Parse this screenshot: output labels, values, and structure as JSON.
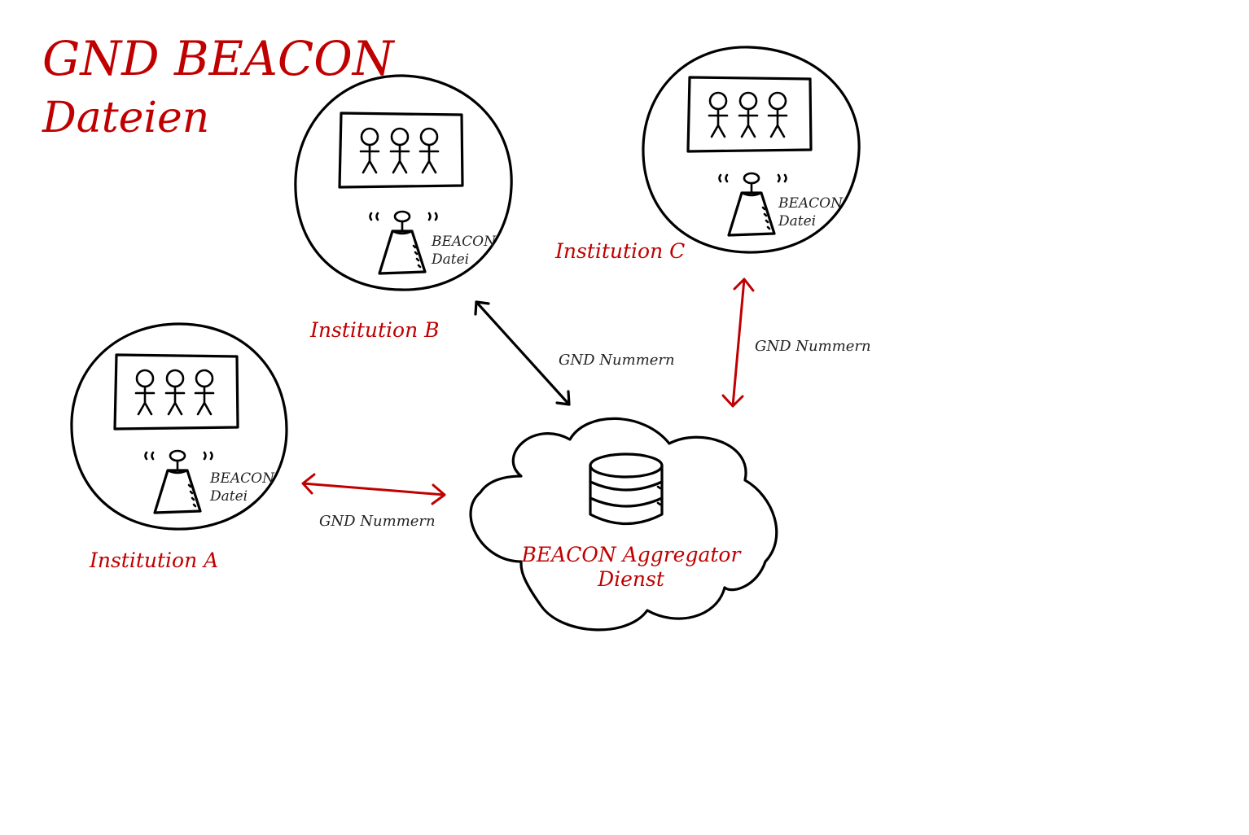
{
  "title": {
    "line1": "GND BEACON",
    "line2": "Dateien"
  },
  "institutions": [
    {
      "id": "A",
      "label": "Institution A",
      "beacon_line1": "BEACON",
      "beacon_line2": "Datei"
    },
    {
      "id": "B",
      "label": "Institution B",
      "beacon_line1": "BEACON",
      "beacon_line2": "Datei"
    },
    {
      "id": "C",
      "label": "Institution C",
      "beacon_line1": "BEACON",
      "beacon_line2": "Datei"
    }
  ],
  "aggregator": {
    "line1": "BEACON Aggregator",
    "line2": "Dienst"
  },
  "connections": [
    {
      "from": "A",
      "to": "aggregator",
      "label": "GND Nummern",
      "color": "#c00000"
    },
    {
      "from": "B",
      "to": "aggregator",
      "label": "GND Nummern",
      "color": "#000000"
    },
    {
      "from": "C",
      "to": "aggregator",
      "label": "GND Nummern",
      "color": "#c00000"
    }
  ],
  "colors": {
    "accent": "#c00000",
    "ink": "#000000"
  }
}
